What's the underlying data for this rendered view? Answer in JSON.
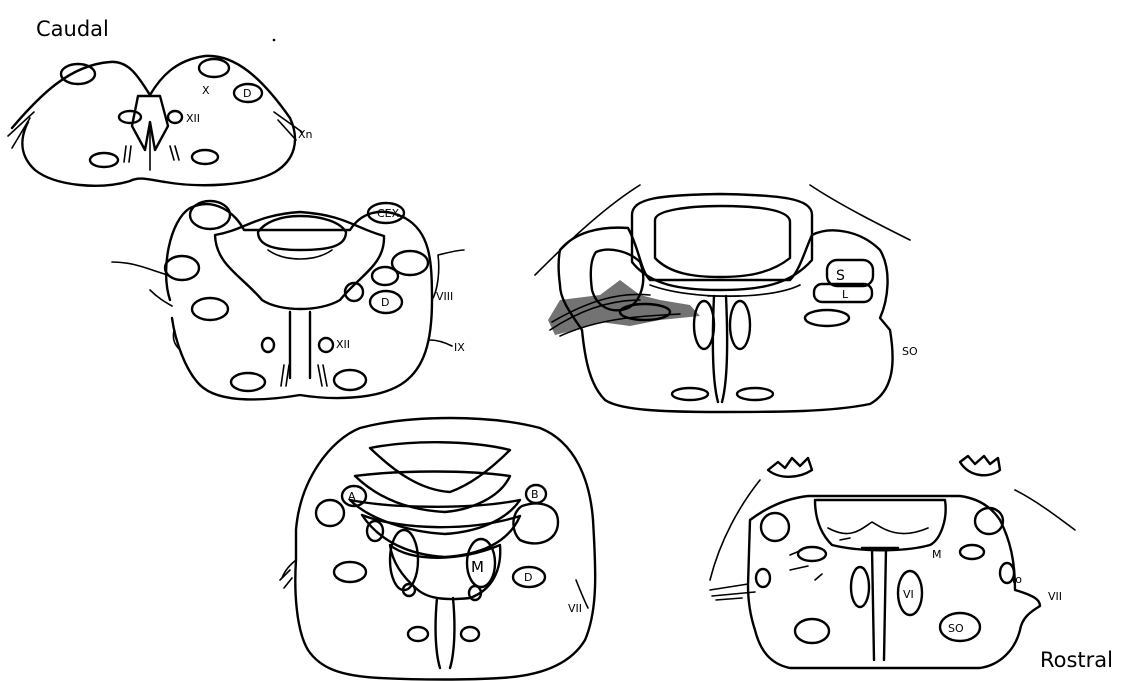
{
  "labels": {
    "caudal": "Caudal",
    "rostral": "Rostral"
  },
  "sections": [
    {
      "name": "section-1",
      "tags": {
        "xii": "XII",
        "xn": "Xn",
        "x": "X",
        "d": "D"
      }
    },
    {
      "name": "section-2",
      "tags": {
        "cex": "CEX",
        "ix": "IX",
        "viii": "VIII",
        "xii": "XII",
        "d": "D"
      }
    },
    {
      "name": "section-3",
      "tags": {
        "s": "S",
        "sd": "SO",
        "l": "L"
      }
    },
    {
      "name": "section-4",
      "tags": {
        "m": "M",
        "vii": "VII",
        "d": "D",
        "b": "B",
        "a": "A"
      }
    },
    {
      "name": "section-5",
      "tags": {
        "m": "M",
        "vii": "VII",
        "so": "SO",
        "vi": "VI",
        "io": "Io"
      }
    }
  ]
}
